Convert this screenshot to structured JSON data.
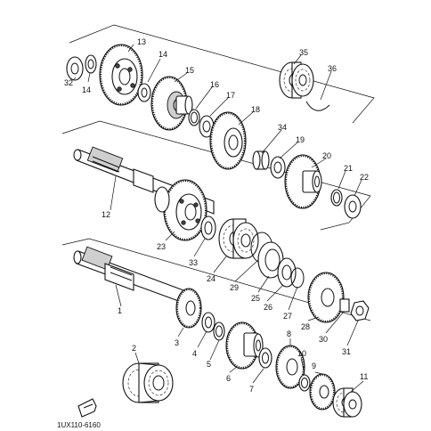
{
  "diagram": {
    "figure_code": "1UX110-6160",
    "labels": {
      "p1": "1",
      "p2": "2",
      "p3": "3",
      "p4": "4",
      "p5": "5",
      "p6": "6",
      "p7": "7",
      "p8": "8",
      "p9": "9",
      "p10": "10",
      "p11": "11",
      "p12": "12",
      "p13": "13",
      "p14a": "14",
      "p14b": "14",
      "p15": "15",
      "p16": "16",
      "p17": "17",
      "p18": "18",
      "p19": "19",
      "p20": "20",
      "p21": "21",
      "p22": "22",
      "p23": "23",
      "p24": "24",
      "p25": "25",
      "p26": "26",
      "p27": "27",
      "p28": "28",
      "p29": "29",
      "p30": "30",
      "p31": "31",
      "p32": "32",
      "p33": "33",
      "p34": "34",
      "p35": "35",
      "p36": "36"
    }
  }
}
